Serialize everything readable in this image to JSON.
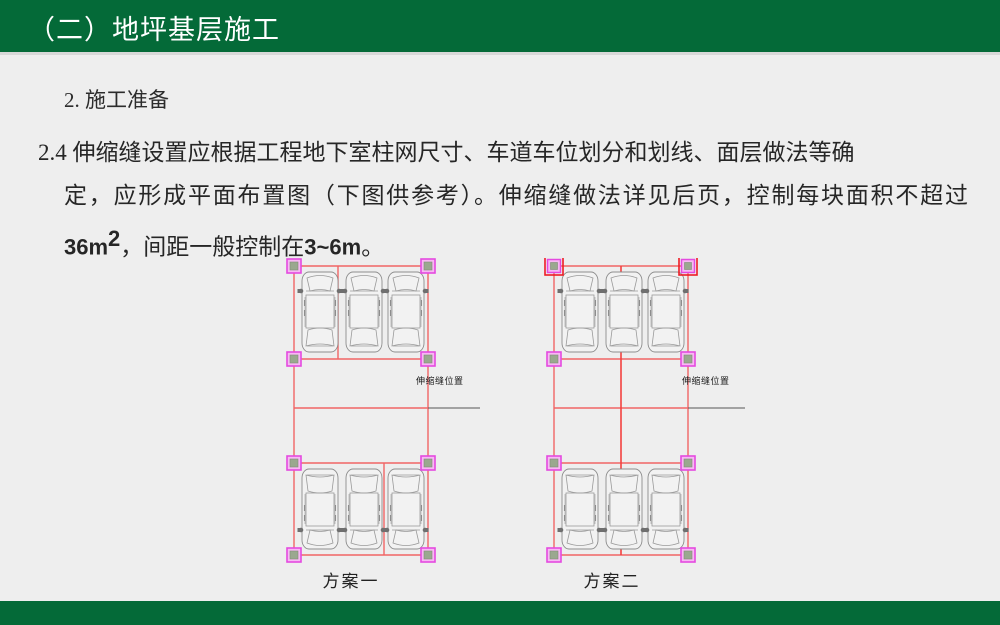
{
  "header": {
    "title": "（二）地坪基层施工",
    "band_color": "#046A38"
  },
  "content": {
    "subhead": "2. 施工准备",
    "paragraph_line1": "2.4  伸缩缝设置应根据工程地下室柱网尺寸、车道车位划分和划线、面层做法等确",
    "paragraph_line2_a": "定，应形成平面布置图（下图供参考）。伸缩缝做法详见后页，控制每块面积不超",
    "paragraph_line2_b": "过",
    "paragraph_num1": "36m",
    "paragraph_sup": "2",
    "paragraph_line2_c": "，间距一般控制在",
    "paragraph_num2": "3~6m",
    "paragraph_line2_d": "。"
  },
  "diagrams": [
    {
      "id": "plan-one",
      "caption": "方案一",
      "joint_label": "伸缩缝位置",
      "column_marker_style": "magenta",
      "center_joint": false,
      "upper_bay_joint_position": "between-car-1-and-2",
      "lower_bay_joint_position": "between-car-2-and-3",
      "cars_per_bay": 3,
      "bays": 2,
      "upper_cars_orientation": "nose-up",
      "lower_cars_orientation": "nose-down"
    },
    {
      "id": "plan-two",
      "caption": "方案二",
      "joint_label": "伸缩缝位置",
      "column_marker_style": "magenta-with-red-outline-top",
      "center_joint": true,
      "upper_bay_joint_position": "center",
      "lower_bay_joint_position": "center",
      "cars_per_bay": 3,
      "bays": 2,
      "upper_cars_orientation": "nose-up",
      "lower_cars_orientation": "nose-down"
    }
  ],
  "colors": {
    "green": "#046A38",
    "background": "#eeeeee",
    "joint_line": "#f06565",
    "column_marker_fill": "#9aa88f",
    "column_marker_border": "#e44ae0",
    "column_marker_outline_red": "#ee1c25",
    "car_outline": "#8d8d8d",
    "text": "#262626"
  }
}
